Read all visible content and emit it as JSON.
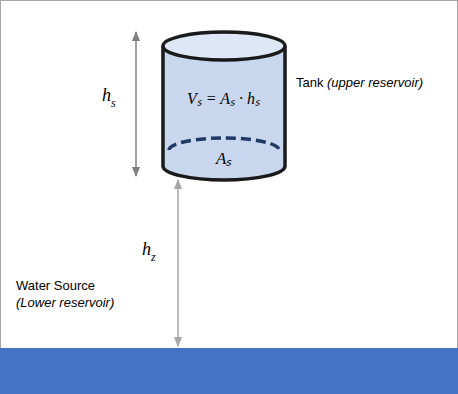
{
  "diagram": {
    "nodes": [
      {
        "text": [
          "Vₛ = Aₛ · hₛ",
          "Aₛ"
        ]
      }
    ],
    "labels": [
      "h",
      "s",
      "h",
      "z",
      "Tank",
      "(upper reservoir)",
      "Water Source",
      "(Lower reservoir)"
    ]
  }
}
